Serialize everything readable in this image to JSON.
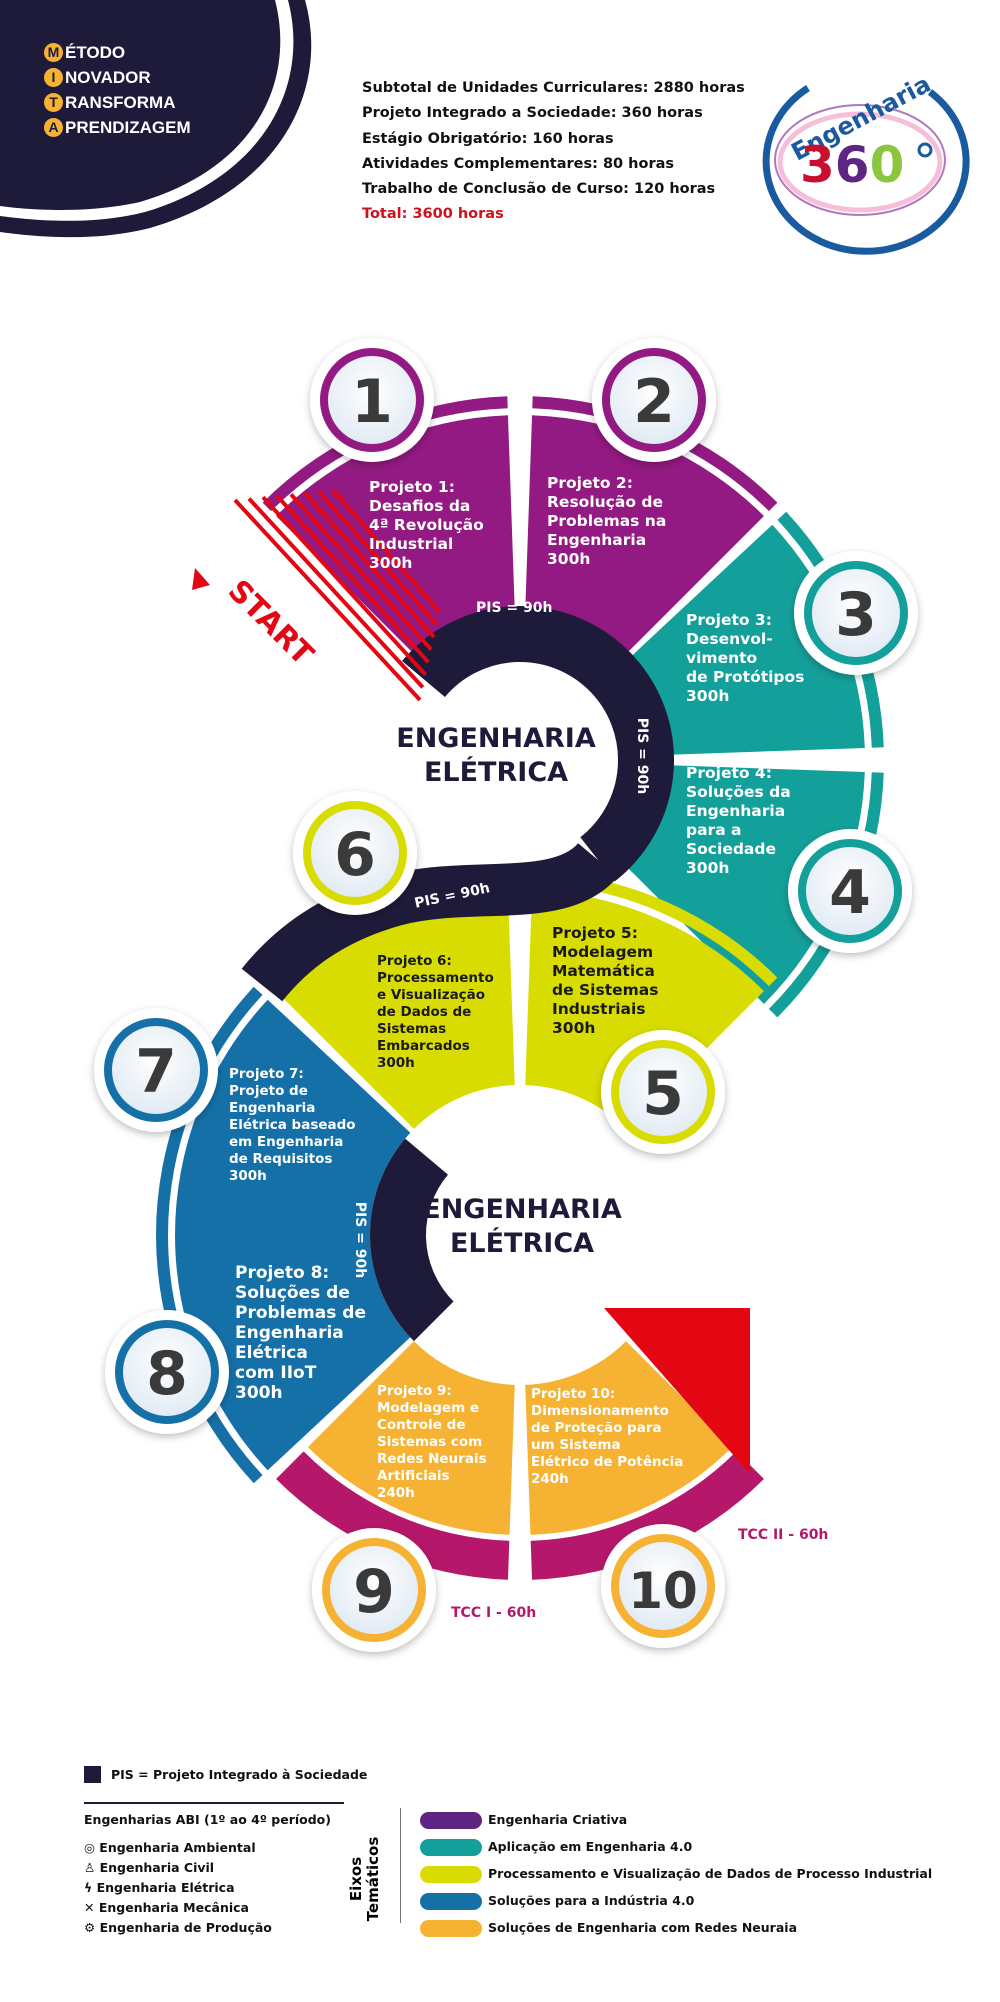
{
  "motto": [
    {
      "letter": "M",
      "rest": "ÉTODO"
    },
    {
      "letter": "I",
      "rest": "NOVADOR"
    },
    {
      "letter": "T",
      "rest": "RANSFORMA"
    },
    {
      "letter": "A",
      "rest": "PRENDIZAGEM"
    }
  ],
  "totals": {
    "lines": [
      "Subtotal de Unidades Curriculares: 2880 horas",
      "Projeto Integrado a Sociedade: 360 horas",
      "Estágio Obrigatório: 160 horas",
      "Atividades Complementares: 80 horas",
      "Trabalho de Conclusão de Curso: 120 horas"
    ],
    "total": "Total: 3600 horas"
  },
  "logo": {
    "word": "Engenharia",
    "number": "360",
    "degree": "º"
  },
  "colors": {
    "purple": "#931a82",
    "teal": "#14a09a",
    "yellow": "#d9dc00",
    "blue": "#1570a8",
    "orange": "#f6b233",
    "magenta": "#b5176a",
    "navy": "#1e1b3a",
    "red": "#e30613",
    "legend_purple": "#5e2582"
  },
  "start_label": "START",
  "center_titles": [
    "ENGENHARIA\nELÉTRICA",
    "ENGENHARIA\nELÉTRICA"
  ],
  "pis_label": "PIS = 90h",
  "projects": [
    {
      "number": "1",
      "color": "purple",
      "text": "Projeto 1:\nDesafios da\n4ª Revolução\nIndustrial\n300h"
    },
    {
      "number": "2",
      "color": "purple",
      "text": "Projeto 2:\nResolução de\nProblemas na\nEngenharia\n300h"
    },
    {
      "number": "3",
      "color": "teal",
      "text": "Projeto 3:\nDesenvol-\nvimento\nde Protótipos\n300h"
    },
    {
      "number": "4",
      "color": "teal",
      "text": "Projeto 4:\nSoluções da\nEngenharia\npara a\nSociedade\n300h"
    },
    {
      "number": "5",
      "color": "yellow",
      "text": "Projeto 5:\nModelagem\nMatemática\nde Sistemas\nIndustriais\n300h"
    },
    {
      "number": "6",
      "color": "yellow",
      "text": "Projeto 6:\nProcessamento\ne Visualização\nde Dados de\nSistemas\nEmbarcados\n300h"
    },
    {
      "number": "7",
      "color": "blue",
      "text": "Projeto 7:\nProjeto de\nEngenharia\nElétrica baseado\nem Engenharia\nde Requisitos\n300h"
    },
    {
      "number": "8",
      "color": "blue",
      "text": "Projeto 8:\nSoluções de\nProblemas de\nEngenharia\nElétrica\ncom IIoT\n300h"
    },
    {
      "number": "9",
      "color": "orange",
      "text": "Projeto 9:\nModelagem e\nControle de\nSistemas com\nRedes Neurais\nArtificiais\n240h"
    },
    {
      "number": "10",
      "color": "orange",
      "text": "Projeto 10:\nDimensionamento\nde Proteção para\num Sistema\nElétrico de Potência\n240h"
    }
  ],
  "tcc": [
    "TCC I - 60h",
    "TCC II - 60h"
  ],
  "legend": {
    "pis": "PIS = Projeto Integrado à Sociedade",
    "abi_title": "Engenharias ABI (1º ao 4º período)",
    "abi_items": [
      {
        "icon": "globe-icon",
        "label": "Engenharia Ambiental"
      },
      {
        "icon": "helmet-icon",
        "label": "Engenharia Civil"
      },
      {
        "icon": "lightning-icon",
        "label": "Engenharia Elétrica"
      },
      {
        "icon": "tools-icon",
        "label": "Engenharia Mecânica"
      },
      {
        "icon": "gears-icon",
        "label": "Engenharia de Produção"
      }
    ],
    "eixos_title": "Eixos\nTemáticos",
    "eixos": [
      {
        "color": "legend_purple",
        "label": "Engenharia Criativa"
      },
      {
        "color": "teal",
        "label": "Aplicação em Engenharia 4.0"
      },
      {
        "color": "yellow",
        "label": "Processamento e Visualização de Dados de Processo Industrial"
      },
      {
        "color": "blue",
        "label": "Soluções para a Indústria 4.0"
      },
      {
        "color": "orange",
        "label": "Soluções de Engenharia com Redes Neuraia"
      }
    ]
  }
}
